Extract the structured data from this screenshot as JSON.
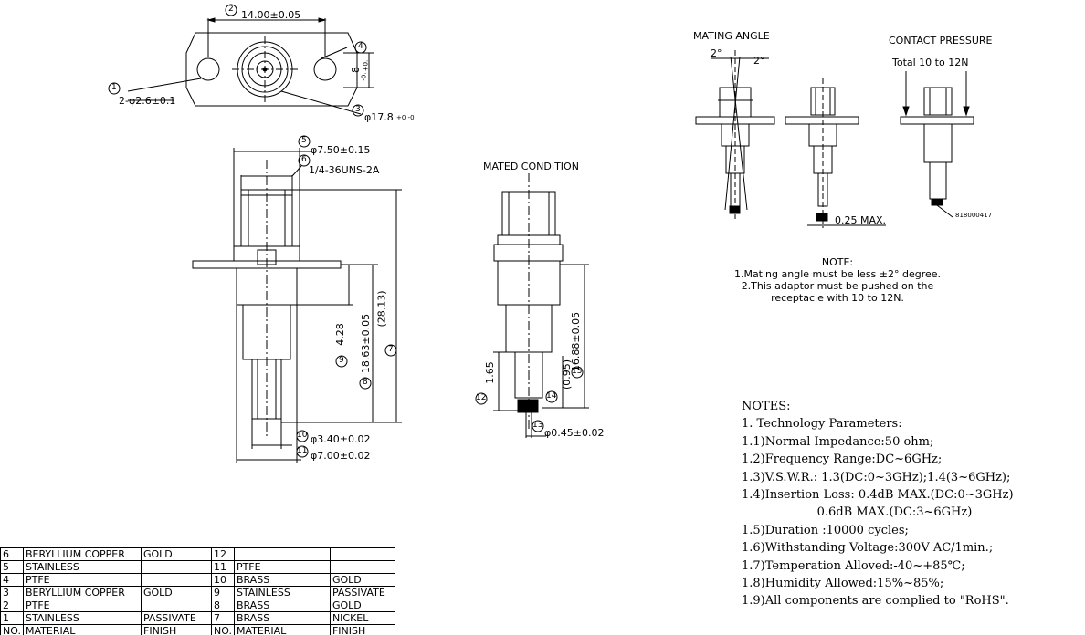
{
  "top_view": {
    "dim_width": "14.00±0.05",
    "dim_height": "8",
    "dim_height_tol_top": "+0.",
    "dim_height_tol_bot": "-0.",
    "dim_holes": "2-φ2.6±0.1",
    "dim_dia": "φ17.8",
    "dim_dia_tol": "+0 -0",
    "balloons": {
      "b1": "1",
      "b2": "2",
      "b3": "3",
      "b4": "4"
    }
  },
  "side_view": {
    "dim_5": "φ7.50±0.15",
    "thread": "1/4-36UNS-2A",
    "dim_7": "(28.13)",
    "dim_8": "18.63±0.05",
    "dim_9": "4.28",
    "dim_10": "φ3.40±0.02",
    "dim_11": "φ7.00±0.02",
    "balloons": {
      "b5": "5",
      "b6": "6",
      "b7": "7",
      "b8": "8",
      "b9": "9",
      "b10": "10",
      "b11": "11"
    }
  },
  "mated": {
    "title": "MATED CONDITION",
    "dim_15": "16.88±0.05",
    "dim_14": "(0.95)",
    "dim_12": "1.65",
    "dim_13": "φ0.45±0.02",
    "balloons": {
      "b12": "12",
      "b13": "13",
      "b14": "14",
      "b15": "15"
    }
  },
  "mating": {
    "title": "MATING ANGLE",
    "angle_left": "2°",
    "angle_right": "2°",
    "contact_title": "CONTACT PRESSURE",
    "contact_sub": "Total 10 to 12N",
    "max": "0.25 MAX.",
    "part_no": "818000417"
  },
  "drawing_note": {
    "title": "NOTE:",
    "lines": [
      "1.Mating angle must be less ±2° degree.",
      "2.This adaptor must be pushed on the",
      "receptacle with 10 to 12N."
    ]
  },
  "notes": {
    "title": "NOTES:",
    "lines": [
      "1. Technology Parameters:",
      "1.1)Normal Impedance:50 ohm;",
      "1.2)Frequency Range:DC~6GHz;",
      "1.3)V.S.W.R.: 1.3(DC:0~3GHz);1.4(3~6GHz);",
      "1.4)Insertion Loss: 0.4dB MAX.(DC:0~3GHz)",
      "                    0.6dB MAX.(DC:3~6GHz)",
      "1.5)Duration :10000 cycles;",
      "1.6)Withstanding Voltage:300V AC/1min.;",
      "1.7)Temperation Alloved:-40~+85℃;",
      "1.8)Humidity Allowed:15%~85%;",
      "1.9)All components are complied to \"RoHS\"."
    ]
  },
  "bom": {
    "rows": [
      [
        "6",
        "BERYLLIUM COPPER",
        "GOLD",
        "12",
        "",
        ""
      ],
      [
        "5",
        "STAINLESS",
        "",
        "11",
        "PTFE",
        ""
      ],
      [
        "4",
        "PTFE",
        "",
        "10",
        "BRASS",
        "GOLD"
      ],
      [
        "3",
        "BERYLLIUM COPPER",
        "GOLD",
        "9",
        "STAINLESS",
        "PASSIVATE"
      ],
      [
        "2",
        "PTFE",
        "",
        "8",
        "BRASS",
        "GOLD"
      ],
      [
        "1",
        "STAINLESS",
        "PASSIVATE",
        "7",
        "BRASS",
        "NICKEL"
      ],
      [
        "NO.",
        "MATERIAL",
        "FINISH",
        "NO.",
        "MATERIAL",
        "FINISH"
      ]
    ]
  }
}
